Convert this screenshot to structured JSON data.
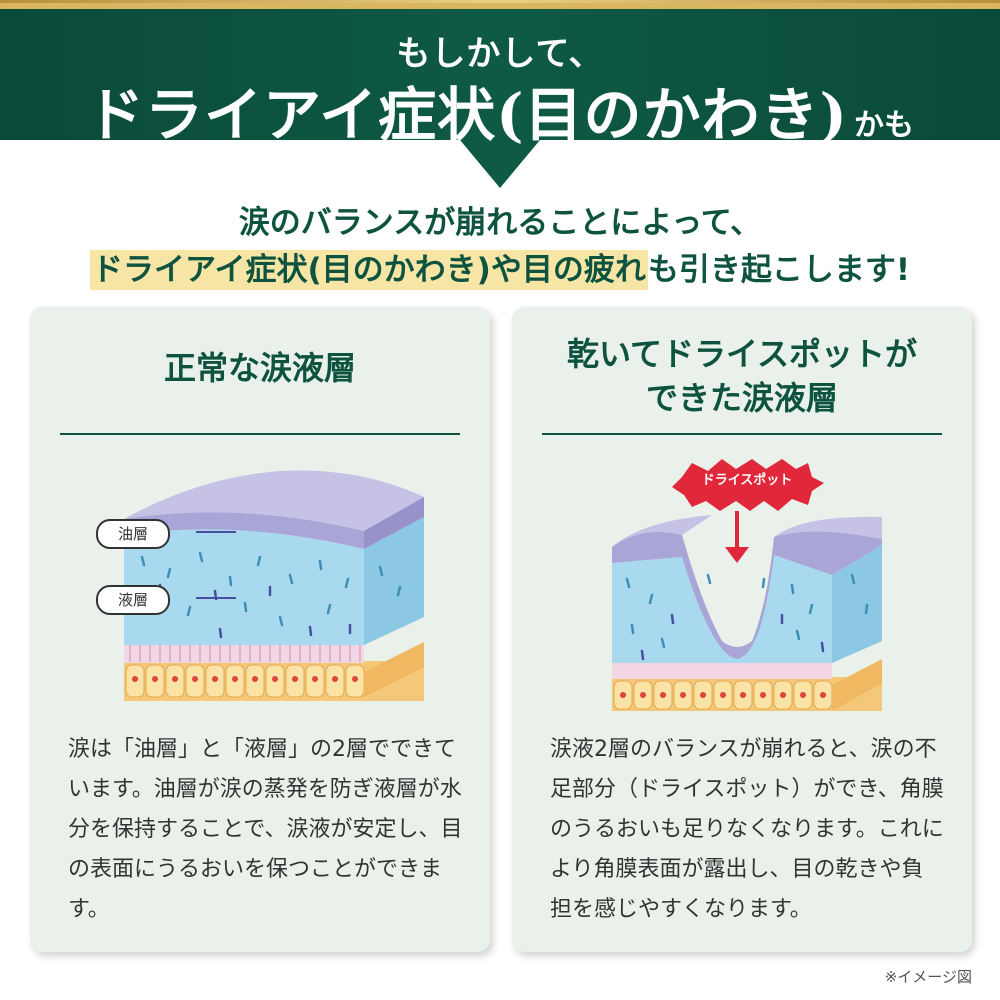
{
  "header": {
    "line1": "もしかして、",
    "main": "ドライアイ症状(目のかわき)",
    "suffix": "かも"
  },
  "subtitle": {
    "line1": "涙のバランスが崩れることによって、",
    "highlight": "ドライアイ症状(目のかわき)や目の疲れ",
    "line2_rest": "も引き起こします!"
  },
  "left_panel": {
    "title": "正常な涙液層",
    "labels": {
      "oil": "油層",
      "liquid": "液層"
    },
    "body": "涙は「油層」と「液層」の2層でできています。油層が涙の蒸発を防ぎ液層が水分を保持することで、涙液が安定し、目の表面にうるおいを保つことができます。"
  },
  "right_panel": {
    "title_line1": "乾いてドライスポットが",
    "title_line2": "できた涙液層",
    "dryspot_badge": "ドライスポット",
    "body": "涙液2層のバランスが崩れると、涙の不足部分（ドライスポット）ができ、角膜のうるおいも足りなくなります。これにより角膜表面が露出し、目の乾きや負担を感じやすくなります。"
  },
  "footnote": "※イメージ図",
  "colors": {
    "banner_green": "#0e5340",
    "gold": "#d9b65f",
    "highlight": "#f6e5a4",
    "panel_bg": "#e9f1ea",
    "oil_layer": "#a9a5d6",
    "liquid_layer": "#a9d9ef",
    "badge_red": "#e0283a"
  }
}
